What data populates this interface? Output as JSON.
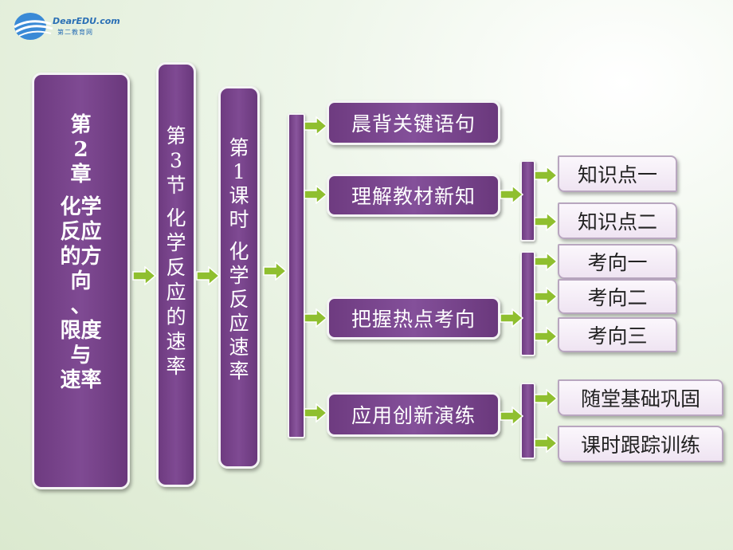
{
  "logo": {
    "name": "DearEDU.com",
    "sub": "第二教育网"
  },
  "colors": {
    "box": "#7a4590",
    "arrow": "#8fbf2f",
    "leaf_bg": "#f6eff8"
  },
  "chapter": {
    "lines": [
      "第",
      "2",
      "章",
      "",
      "化学",
      "反应",
      "的方",
      "向",
      "、",
      "限度",
      "与",
      "速率"
    ]
  },
  "section": {
    "lines": [
      "第",
      "3",
      "节",
      "",
      "化",
      "学",
      "反",
      "应",
      "的",
      "速",
      "率"
    ]
  },
  "lesson": {
    "lines": [
      "第",
      "1",
      "课",
      "时",
      "",
      "化",
      "学",
      "反",
      "应",
      "速",
      "率"
    ]
  },
  "branches": [
    {
      "label": "晨背关键语句",
      "children": []
    },
    {
      "label": "理解教材新知",
      "children": [
        "知识点一",
        "知识点二"
      ]
    },
    {
      "label": "把握热点考向",
      "children": [
        "考向一",
        "考向二",
        "考向三"
      ]
    },
    {
      "label": "应用创新演练",
      "children": [
        "随堂基础巩固",
        "课时跟踪训练"
      ]
    }
  ]
}
